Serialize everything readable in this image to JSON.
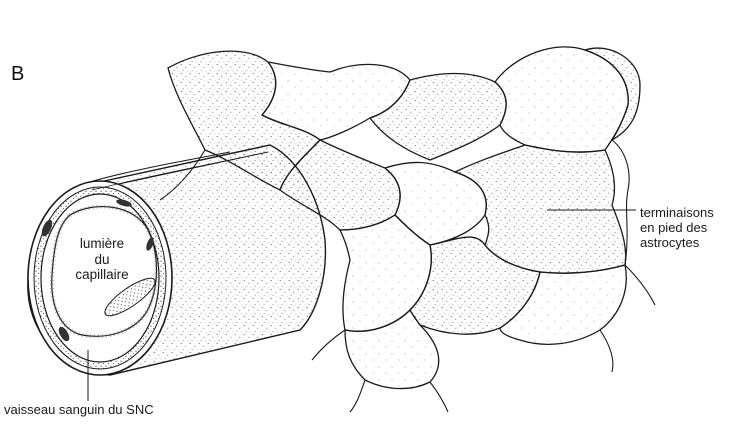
{
  "figure": {
    "panel_letter": "B",
    "lumen_label": [
      "lumière",
      "du",
      "capillaire"
    ],
    "astrocyte_label": [
      "terminaisons",
      "en pied des",
      "astrocytes"
    ],
    "vessel_label": "vaisseau sanguin du SNC"
  },
  "colors": {
    "ink": "#1a1a1a",
    "paper": "#ffffff",
    "stipple": "#555555"
  }
}
